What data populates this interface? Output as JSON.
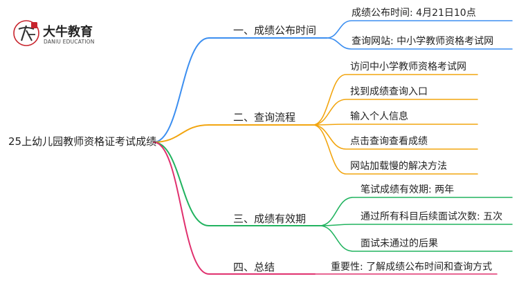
{
  "logo": {
    "name": "大牛教育",
    "sub": "DANIU EDUCATION",
    "mark_text": "大牛",
    "mark_color": "#c8232c"
  },
  "root": "25上幼儿园教师资格证考试成绩",
  "branches": [
    {
      "label": "一、成绩公布时间",
      "color": "#3b8ef0",
      "children": [
        "成绩公布时间: 4月21日10点",
        "查询网站: 中小学教师资格考试网"
      ]
    },
    {
      "label": "二、查询流程",
      "color": "#f2a50f",
      "children": [
        "访问中小学教师资格考试网",
        "找到成绩查询入口",
        "输入个人信息",
        "点击查询查看成绩",
        "网站加载慢的解决方法"
      ]
    },
    {
      "label": "三、成绩有效期",
      "color": "#21b35f",
      "children": [
        "笔试成绩有效期: 两年",
        "通过所有科目后续面试次数: 五次",
        "面试未通过的后果"
      ]
    },
    {
      "label": "四、总结",
      "color": "#e0306e",
      "children": [
        "重要性: 了解成绩公布时间和查询方式"
      ]
    }
  ]
}
